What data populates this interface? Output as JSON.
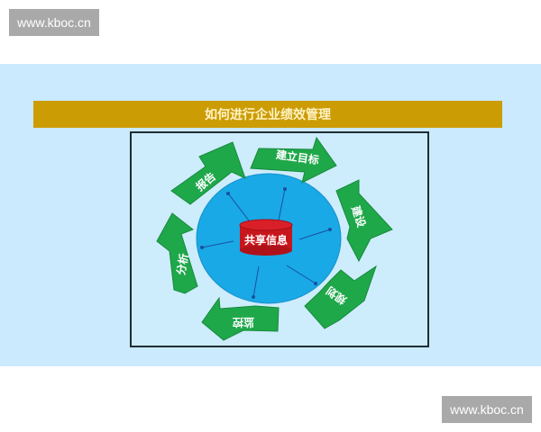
{
  "watermarks": {
    "top_left": "www.kboc.cn",
    "bottom_right": "www.kboc.cn"
  },
  "diagram": {
    "title": "如何进行企业绩效管理",
    "center": "共享信息",
    "cycle_steps": [
      {
        "label": "建立目标",
        "position": "top"
      },
      {
        "label": "建设",
        "position": "right"
      },
      {
        "label": "规划",
        "position": "bottom-right"
      },
      {
        "label": "监控",
        "position": "bottom"
      },
      {
        "label": "分析",
        "position": "left"
      },
      {
        "label": "报告",
        "position": "top-left"
      }
    ],
    "colors": {
      "background": "#cbeafd",
      "title_bar": "#cc9c05",
      "title_text": "#fff3c4",
      "circle": "#19a9e6",
      "center_cylinder": "#c8161d",
      "arrows": "#1fa84a",
      "frame_border": "#1d2f33"
    }
  }
}
